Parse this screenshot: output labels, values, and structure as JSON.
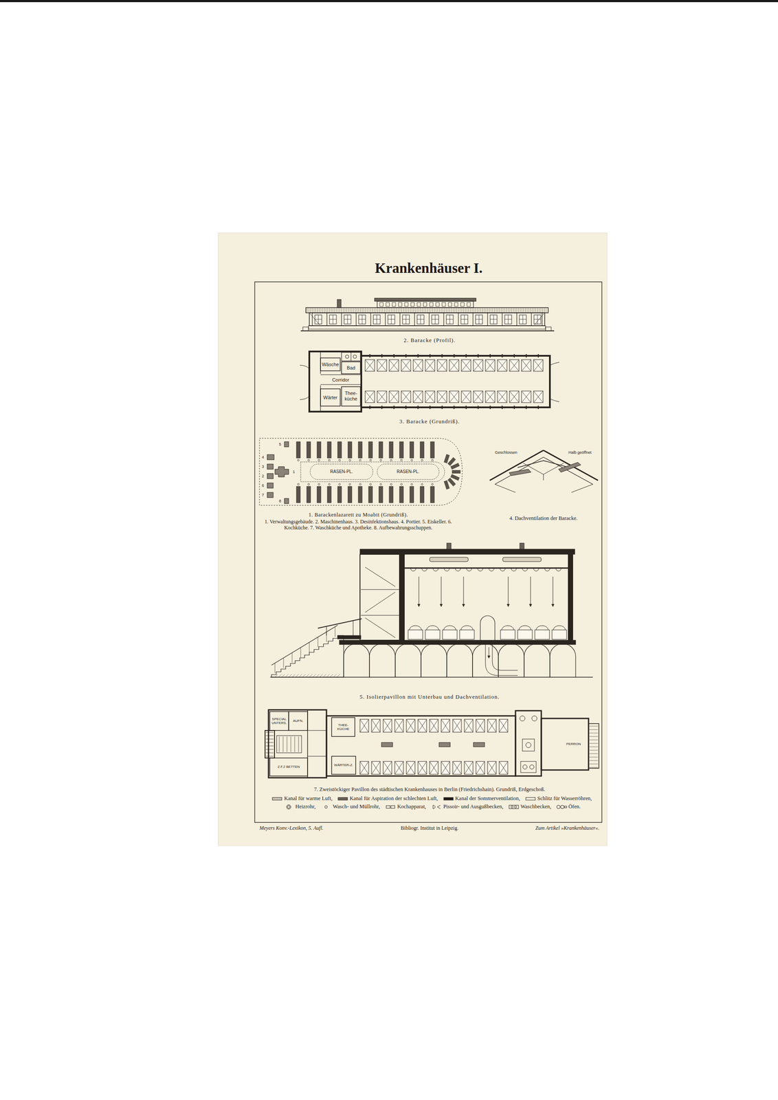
{
  "diagram": {
    "title": "Krankenhäuser I.",
    "labels": [
      "2. Baracke (Profil).",
      "Wäsche",
      "Bad",
      "Corridor",
      "Wärter",
      "Thee- küche",
      "3. Baracke (Grundriß).",
      "RASEN-PL.",
      "RASEN-PL.",
      "5",
      "4",
      "3",
      "2",
      "1",
      "6",
      "7",
      "8",
      "1. Barackenlazarett zu Moabit (Grundriß).",
      "1. Verwaltungsgebäude. 2. Maschinenhaus. 3. Desinfektionshaus. 4. Portier. 5. Eiskeller. 6. Kochküche. 7. Waschküche und Apotheke. 8. Aufbewahrungsschuppen.",
      "Geschlossen",
      "Halb geöffnet",
      "4. Dachventilation der Baracke.",
      "5. Isolierpavillon mit Unterbau und Dachventilation.",
      "SPECIAL UNTERS.",
      "AUFN.",
      "Z.F.2 BETTEN",
      "THEE- KÜCHE",
      "WÄRTER-Z.",
      "PERRON",
      "7. Zweistöckiger Pavillon des städtischen Krankenhauses in Berlin (Friedrichshain). Grundriß, Erdgeschoß.",
      "Meyers Konv.-Lexikon, 5. Aufl.",
      "Bibliogr. Institut in Leipzig.",
      "Zum Artikel »Krankenhäuser«."
    ],
    "legend": [
      {
        "text": "Kanal für warme Luft,"
      },
      {
        "text": "Kanal für Aspiration der schlechten Luft,"
      },
      {
        "text": "Kanal der Sommerventilation,"
      },
      {
        "text": "Schlitz für Wasserröhren,"
      },
      {
        "text": "Heizrohr,"
      },
      {
        "text": "Wasch- und Müllrohr,"
      },
      {
        "text": "Kochapparat,"
      },
      {
        "text": "Pissoir- und Ausgußbecken,"
      },
      {
        "text": "Waschbecken,"
      },
      {
        "text": "Öfen."
      }
    ]
  }
}
